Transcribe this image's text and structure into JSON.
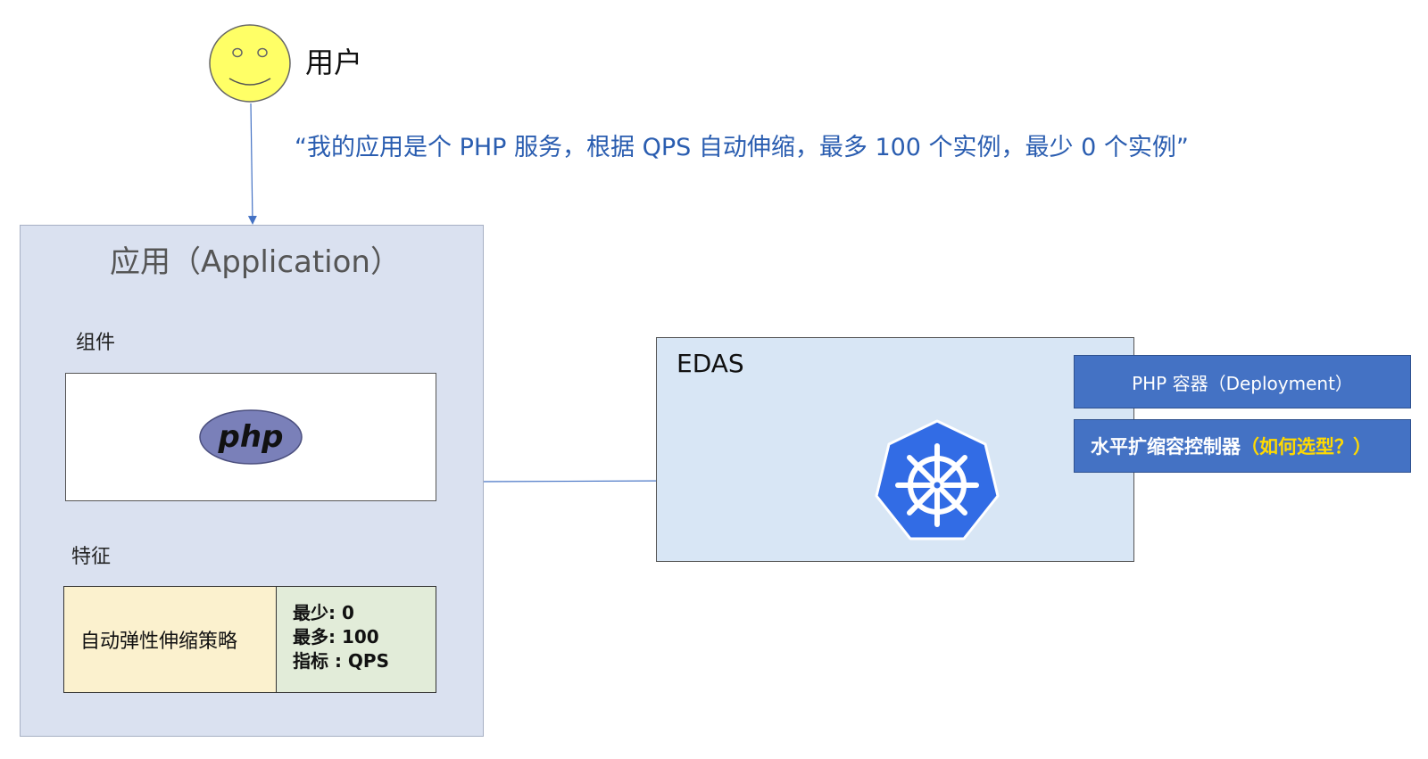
{
  "user": {
    "label": "用户"
  },
  "requirement": {
    "quote": "“我的应用是个 PHP 服务，根据 QPS 自动伸缩，最多 100 个实例，最少 0 个实例”"
  },
  "application": {
    "title": "应用（Application）",
    "component_label": "组件",
    "component_logo_text": "php",
    "trait_label": "特征",
    "trait_policy": "自动弹性伸缩策略",
    "trait_params": {
      "min": "最少: 0",
      "max": "最多: 100",
      "metric": "指标 : QPS"
    }
  },
  "edas": {
    "label": "EDAS",
    "deployment": "PHP 容器（Deployment）",
    "hpa_main": "水平扩缩容控制器",
    "hpa_highlight": "（如何选型？）"
  },
  "colors": {
    "accent_blue": "#4472c4",
    "quote_text": "#2a5db0",
    "highlight_yellow": "#ffd900",
    "smiley_face": "#ffff66",
    "k8s_blue": "#326ce5"
  },
  "icons": {
    "user": "smiley-face-icon",
    "component": "php-logo-icon",
    "cluster": "kubernetes-helm-icon"
  }
}
